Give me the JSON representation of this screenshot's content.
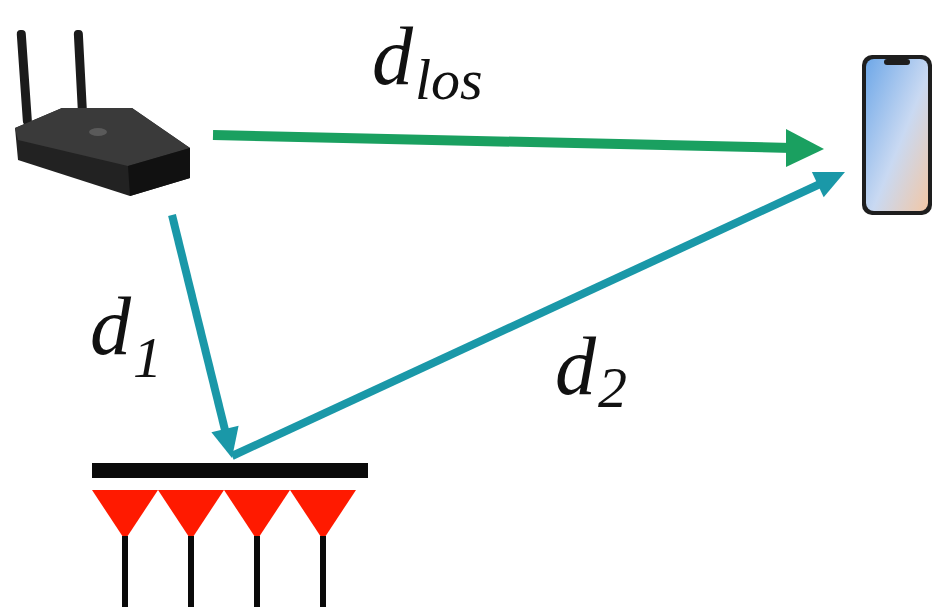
{
  "diagram": {
    "labels": [
      "d",
      "los",
      "d",
      "1",
      "d",
      "2"
    ]
  }
}
